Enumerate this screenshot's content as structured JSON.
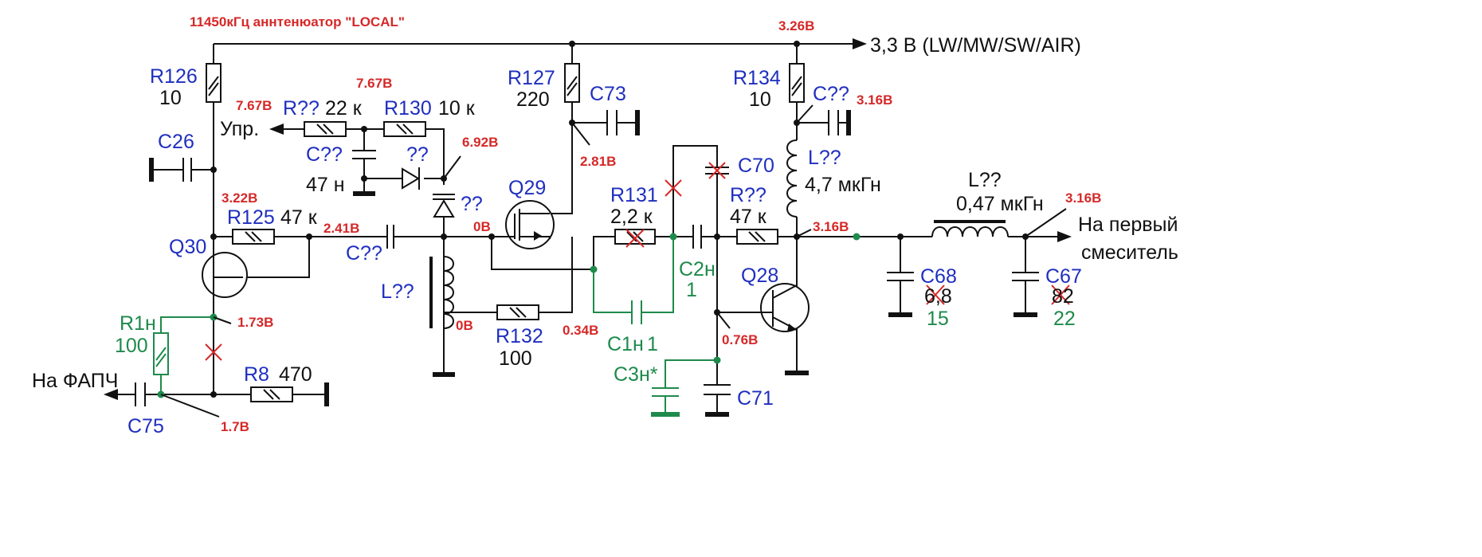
{
  "title": "11450кГц аннтенюатор \"LOCAL\"",
  "rails": {
    "supply": "3,3 В (LW/MW/SW/AIR)",
    "ctrl": "Упр.",
    "pll": "На ФАПЧ",
    "mixer_line1": "На первый",
    "mixer_line2": "смеситель"
  },
  "components": {
    "r126": {
      "ref": "R126",
      "val": "10"
    },
    "r127": {
      "ref": "R127",
      "val": "220"
    },
    "r134": {
      "ref": "R134",
      "val": "10"
    },
    "rq": {
      "ref": "R??",
      "val": "22 к"
    },
    "r130": {
      "ref": "R130",
      "val": "10 к"
    },
    "r125": {
      "ref": "R125",
      "val": "47 к"
    },
    "r131": {
      "ref": "R131",
      "val": "2,2 к"
    },
    "rq2": {
      "ref": "R??",
      "val": "47 к"
    },
    "r132": {
      "ref": "R132",
      "val": "100"
    },
    "r8": {
      "ref": "R8",
      "val": "470"
    },
    "r1n": {
      "ref": "R1н",
      "val": "100"
    },
    "c26": {
      "ref": "C26"
    },
    "c73": {
      "ref": "C73"
    },
    "cq_top": {
      "ref": "C??"
    },
    "cq47": {
      "ref": "C??",
      "val": "47 н"
    },
    "cq_mid": {
      "ref": "C??"
    },
    "c70": {
      "ref": "C70"
    },
    "c2n": {
      "ref": "C2н",
      "val": "1"
    },
    "c1n": {
      "ref": "C1н",
      "val": "1"
    },
    "c3n": {
      "ref": "C3н*"
    },
    "c71": {
      "ref": "C71"
    },
    "c75": {
      "ref": "C75"
    },
    "c68": {
      "ref": "C68",
      "old": "6,8",
      "new": "15"
    },
    "c67": {
      "ref": "C67",
      "old": "82",
      "new": "22"
    },
    "lq_coil": {
      "ref": "L??"
    },
    "lq47": {
      "ref": "L??",
      "val": "4,7 мкГн"
    },
    "lq047": {
      "ref": "L??",
      "val": "0,47 мкГн"
    },
    "dq1": {
      "ref": "??"
    },
    "dq2": {
      "ref": "??"
    },
    "q29": {
      "ref": "Q29"
    },
    "q30": {
      "ref": "Q30"
    },
    "q28": {
      "ref": "Q28"
    }
  },
  "voltages": {
    "v1": "3.26В",
    "v2": "3.16В",
    "v3": "7.67В",
    "v4": "7.67В",
    "v5": "6.92В",
    "v6": "2.81В",
    "v7": "3.22В",
    "v8": "2.41В",
    "v9": "0В",
    "v10": "3.16В",
    "v11": "3.16В",
    "v12": "1.73В",
    "v13": "0В",
    "v14": "0.34В",
    "v15": "0.76В",
    "v16": "1.7В"
  },
  "colors": {
    "label_blue": "#1f2fbf",
    "voltage_red": "#d62828",
    "mod_green": "#1e8a4c",
    "wire": "#111111"
  }
}
